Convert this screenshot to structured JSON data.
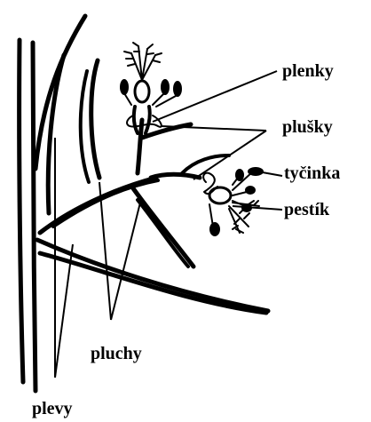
{
  "labels": {
    "plenky": "plenky",
    "plusky": "plušky",
    "tycinka": "tyčinka",
    "pestik": "pestík",
    "pluchy": "pluchy",
    "plevy": "plevy"
  }
}
